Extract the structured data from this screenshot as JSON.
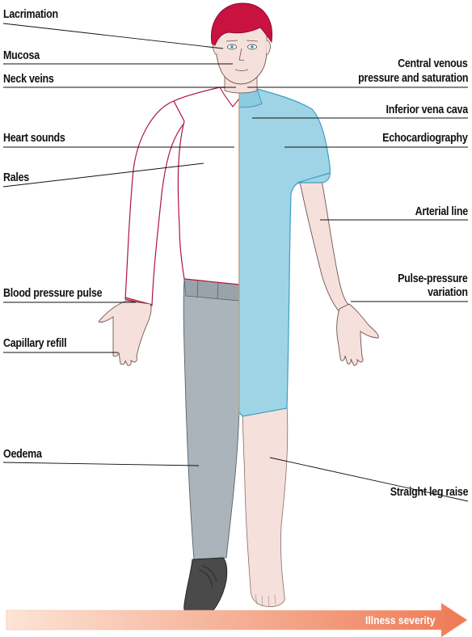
{
  "labels_left": {
    "lacrimation": "Lacrimation",
    "mucosa": "Mucosa",
    "neck_veins": "Neck veins",
    "heart_sounds": "Heart sounds",
    "rales": "Rales",
    "blood_pressure_pulse": "Blood pressure pulse",
    "capillary_refill": "Capillary refill",
    "oedema": "Oedema"
  },
  "labels_right": {
    "cvp_line1": "Central venous",
    "cvp_line2": "pressure and saturation",
    "inferior_vena_cava": "Inferior vena cava",
    "echocardiography": "Echocardiography",
    "arterial_line": "Arterial line",
    "ppv_line1": "Pulse-pressure",
    "ppv_line2": "variation",
    "straight_leg_raise": "Straight leg raise"
  },
  "severity_arrow": {
    "label": "Illness severity",
    "color_start": "#fde4d6",
    "color_end": "#ee7a55"
  },
  "colors": {
    "hair": "#c8123f",
    "skin": "#f6e0dc",
    "shirt_outline": "#b0143c",
    "gown": "#9fd4e6",
    "gown_outline": "#3a9fc4",
    "trousers": "#abb4bb",
    "shoe": "#4a4a4a"
  }
}
